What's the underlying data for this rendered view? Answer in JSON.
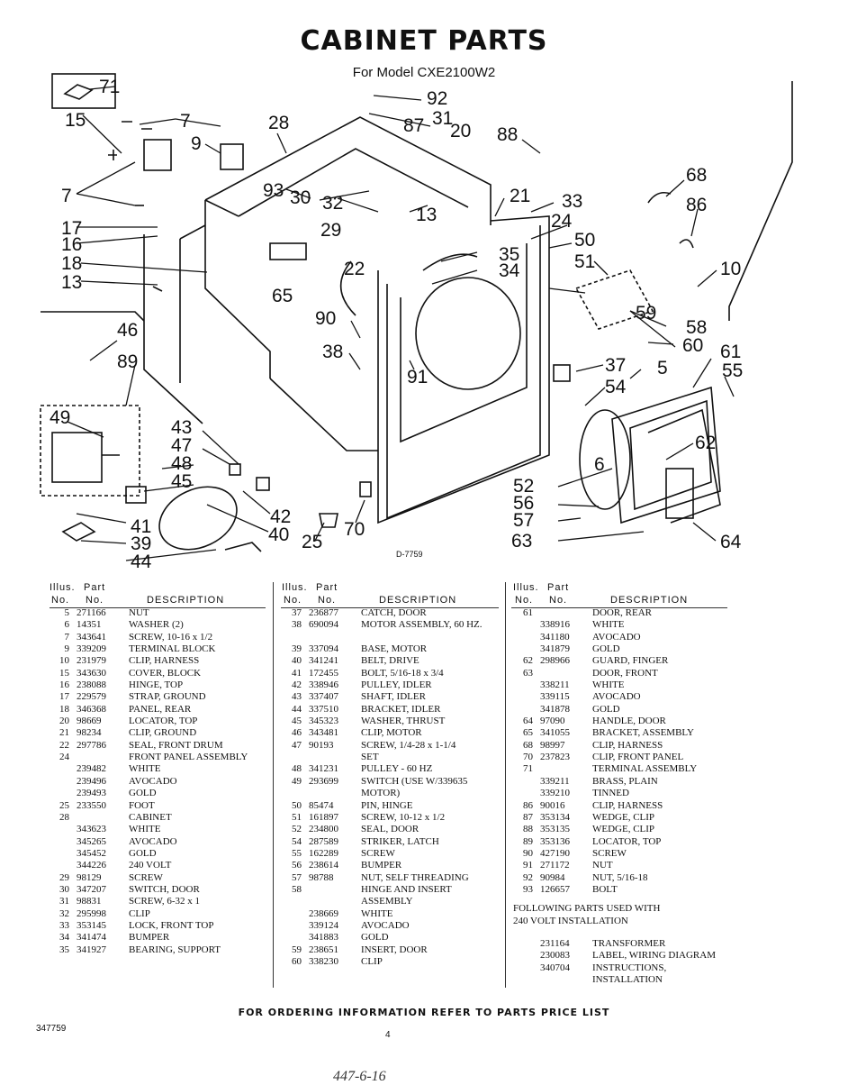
{
  "page": {
    "title": "CABINET PARTS",
    "subtitle": "For Model CXE2100W2",
    "footer": "FOR ORDERING INFORMATION REFER TO PARTS PRICE LIST",
    "doc_code": "347759",
    "page_number": "4",
    "handwriting": "447-6-16"
  },
  "diagram": {
    "drawing_code": "D-7759",
    "callouts": [
      "71",
      "92",
      "87",
      "31",
      "20",
      "15",
      "7",
      "28",
      "9",
      "88",
      "68",
      "86",
      "10",
      "7",
      "93",
      "30",
      "32",
      "21",
      "33",
      "13",
      "24",
      "17",
      "16",
      "29",
      "50",
      "18",
      "35",
      "34",
      "51",
      "13",
      "22",
      "65",
      "59",
      "58",
      "60",
      "90",
      "46",
      "38",
      "89",
      "91",
      "37",
      "5",
      "61",
      "55",
      "54",
      "49",
      "43",
      "47",
      "48",
      "45",
      "62",
      "6",
      "52",
      "56",
      "57",
      "63",
      "64",
      "41",
      "39",
      "44",
      "42",
      "40",
      "25",
      "70"
    ]
  },
  "table_headers": {
    "illus": "Illus.",
    "part": "Part",
    "no1": "No.",
    "no2": "No.",
    "description": "DESCRIPTION"
  },
  "columns": [
    {
      "rows": [
        {
          "no": "5",
          "part": "271166",
          "desc": "NUT"
        },
        {
          "no": "6",
          "part": "14351",
          "desc": "WASHER (2)"
        },
        {
          "no": "7",
          "part": "343641",
          "desc": "SCREW, 10-16 x 1/2"
        },
        {
          "no": "9",
          "part": "339209",
          "desc": "TERMINAL BLOCK"
        },
        {
          "no": "10",
          "part": "231979",
          "desc": "CLIP, HARNESS"
        },
        {
          "no": "15",
          "part": "343630",
          "desc": "COVER, BLOCK"
        },
        {
          "no": "16",
          "part": "238088",
          "desc": "HINGE, TOP"
        },
        {
          "no": "17",
          "part": "229579",
          "desc": "STRAP, GROUND"
        },
        {
          "no": "18",
          "part": "346368",
          "desc": "PANEL, REAR"
        },
        {
          "no": "20",
          "part": "98669",
          "desc": "LOCATOR, TOP"
        },
        {
          "no": "21",
          "part": "98234",
          "desc": "CLIP, GROUND"
        },
        {
          "no": "22",
          "part": "297786",
          "desc": "SEAL, FRONT DRUM"
        },
        {
          "no": "24",
          "part": "",
          "desc": "FRONT PANEL ASSEMBLY"
        },
        {
          "no": "",
          "part": "239482",
          "desc": "WHITE"
        },
        {
          "no": "",
          "part": "239496",
          "desc": "AVOCADO"
        },
        {
          "no": "",
          "part": "239493",
          "desc": "GOLD"
        },
        {
          "no": "25",
          "part": "233550",
          "desc": "FOOT"
        },
        {
          "no": "28",
          "part": "",
          "desc": "CABINET"
        },
        {
          "no": "",
          "part": "343623",
          "desc": "WHITE"
        },
        {
          "no": "",
          "part": "345265",
          "desc": "AVOCADO"
        },
        {
          "no": "",
          "part": "345452",
          "desc": "GOLD"
        },
        {
          "no": "",
          "part": "344226",
          "desc": "240 VOLT"
        },
        {
          "no": "29",
          "part": "98129",
          "desc": "SCREW"
        },
        {
          "no": "30",
          "part": "347207",
          "desc": "SWITCH, DOOR"
        },
        {
          "no": "31",
          "part": "98831",
          "desc": "SCREW, 6-32 x 1"
        },
        {
          "no": "32",
          "part": "295998",
          "desc": "CLIP"
        },
        {
          "no": "33",
          "part": "353145",
          "desc": "LOCK, FRONT TOP"
        },
        {
          "no": "34",
          "part": "341474",
          "desc": "BUMPER"
        },
        {
          "no": "35",
          "part": "341927",
          "desc": "BEARING, SUPPORT"
        }
      ]
    },
    {
      "rows": [
        {
          "no": "37",
          "part": "236877",
          "desc": "CATCH, DOOR"
        },
        {
          "no": "38",
          "part": "690094",
          "desc": "MOTOR ASSEMBLY, 60 HZ."
        },
        {
          "no": "",
          "part": "",
          "desc": ""
        },
        {
          "no": "39",
          "part": "337094",
          "desc": "BASE, MOTOR"
        },
        {
          "no": "40",
          "part": "341241",
          "desc": "BELT, DRIVE"
        },
        {
          "no": "41",
          "part": "172455",
          "desc": "BOLT, 5/16-18 x 3/4"
        },
        {
          "no": "42",
          "part": "338946",
          "desc": "PULLEY, IDLER"
        },
        {
          "no": "43",
          "part": "337407",
          "desc": "SHAFT, IDLER"
        },
        {
          "no": "44",
          "part": "337510",
          "desc": "BRACKET, IDLER"
        },
        {
          "no": "45",
          "part": "345323",
          "desc": "WASHER, THRUST"
        },
        {
          "no": "46",
          "part": "343481",
          "desc": "CLIP, MOTOR"
        },
        {
          "no": "47",
          "part": "90193",
          "desc": "SCREW, 1/4-28 x 1-1/4"
        },
        {
          "no": "",
          "part": "",
          "desc": "SET"
        },
        {
          "no": "48",
          "part": "341231",
          "desc": "PULLEY - 60 HZ"
        },
        {
          "no": "49",
          "part": "293699",
          "desc": "SWITCH (USE W/339635"
        },
        {
          "no": "",
          "part": "",
          "desc": "MOTOR)"
        },
        {
          "no": "50",
          "part": "85474",
          "desc": "PIN, HINGE"
        },
        {
          "no": "51",
          "part": "161897",
          "desc": "SCREW, 10-12 x 1/2"
        },
        {
          "no": "52",
          "part": "234800",
          "desc": "SEAL, DOOR"
        },
        {
          "no": "54",
          "part": "287589",
          "desc": "STRIKER, LATCH"
        },
        {
          "no": "55",
          "part": "162289",
          "desc": "SCREW"
        },
        {
          "no": "56",
          "part": "238614",
          "desc": "BUMPER"
        },
        {
          "no": "57",
          "part": "98788",
          "desc": "NUT, SELF THREADING"
        },
        {
          "no": "58",
          "part": "",
          "desc": "HINGE AND INSERT"
        },
        {
          "no": "",
          "part": "",
          "desc": "ASSEMBLY"
        },
        {
          "no": "",
          "part": "238669",
          "desc": "WHITE"
        },
        {
          "no": "",
          "part": "339124",
          "desc": "AVOCADO"
        },
        {
          "no": "",
          "part": "341883",
          "desc": "GOLD"
        },
        {
          "no": "59",
          "part": "238651",
          "desc": "INSERT, DOOR"
        },
        {
          "no": "60",
          "part": "338230",
          "desc": "CLIP"
        }
      ]
    },
    {
      "rows": [
        {
          "no": "61",
          "part": "",
          "desc": "DOOR, REAR"
        },
        {
          "no": "",
          "part": "338916",
          "desc": "WHITE"
        },
        {
          "no": "",
          "part": "341180",
          "desc": "AVOCADO"
        },
        {
          "no": "",
          "part": "341879",
          "desc": "GOLD"
        },
        {
          "no": "62",
          "part": "298966",
          "desc": "GUARD, FINGER"
        },
        {
          "no": "63",
          "part": "",
          "desc": "DOOR, FRONT"
        },
        {
          "no": "",
          "part": "338211",
          "desc": "WHITE"
        },
        {
          "no": "",
          "part": "339115",
          "desc": "AVOCADO"
        },
        {
          "no": "",
          "part": "341878",
          "desc": "GOLD"
        },
        {
          "no": "64",
          "part": "97090",
          "desc": "HANDLE, DOOR"
        },
        {
          "no": "65",
          "part": "341055",
          "desc": "BRACKET, ASSEMBLY"
        },
        {
          "no": "68",
          "part": "98997",
          "desc": "CLIP, HARNESS"
        },
        {
          "no": "70",
          "part": "237823",
          "desc": "CLIP, FRONT PANEL"
        },
        {
          "no": "71",
          "part": "",
          "desc": "TERMINAL ASSEMBLY"
        },
        {
          "no": "",
          "part": "339211",
          "desc": "BRASS, PLAIN"
        },
        {
          "no": "",
          "part": "339210",
          "desc": "TINNED"
        },
        {
          "no": "86",
          "part": "90016",
          "desc": "CLIP, HARNESS"
        },
        {
          "no": "87",
          "part": "353134",
          "desc": "WEDGE, CLIP"
        },
        {
          "no": "88",
          "part": "353135",
          "desc": "WEDGE, CLIP"
        },
        {
          "no": "89",
          "part": "353136",
          "desc": "LOCATOR, TOP"
        },
        {
          "no": "90",
          "part": "427190",
          "desc": "SCREW"
        },
        {
          "no": "91",
          "part": "271172",
          "desc": "NUT"
        },
        {
          "no": "92",
          "part": "90984",
          "desc": "NUT, 5/16-18"
        },
        {
          "no": "93",
          "part": "126657",
          "desc": "BOLT"
        }
      ],
      "note": [
        "FOLLOWING PARTS USED WITH",
        "240 VOLT INSTALLATION"
      ],
      "extra_rows": [
        {
          "no": "",
          "part": "231164",
          "desc": "TRANSFORMER"
        },
        {
          "no": "",
          "part": "230083",
          "desc": "LABEL, WIRING DIAGRAM"
        },
        {
          "no": "",
          "part": "340704",
          "desc": "INSTRUCTIONS,"
        },
        {
          "no": "",
          "part": "",
          "desc": "INSTALLATION"
        }
      ]
    }
  ]
}
